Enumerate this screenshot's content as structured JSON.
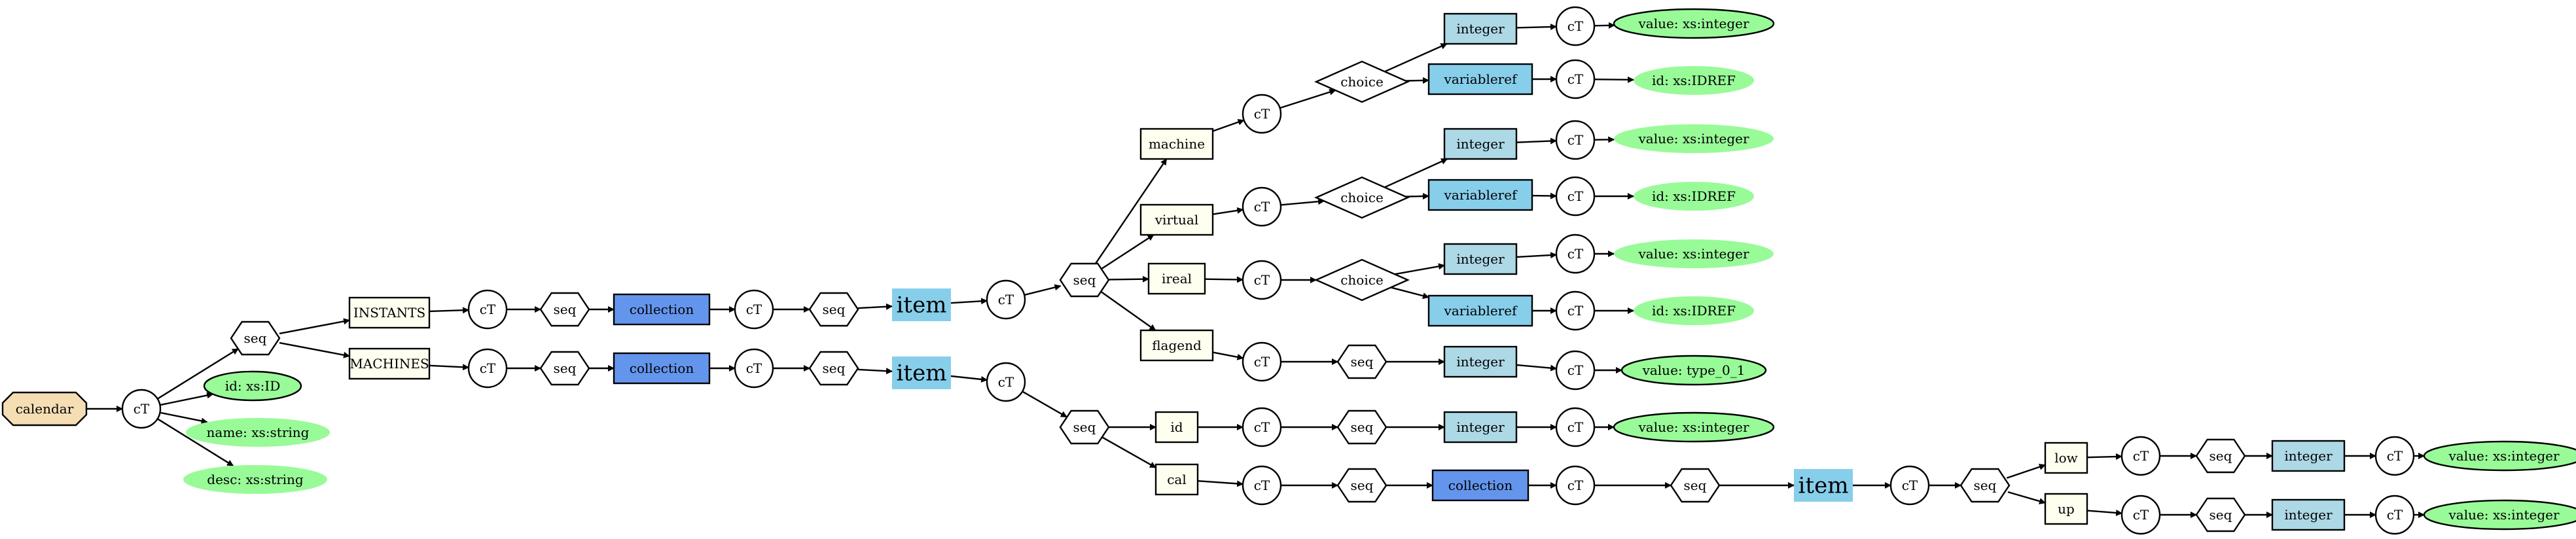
{
  "colors": {
    "root": "#f5deb3",
    "attribute": "#98fb98",
    "element": "#fffff0",
    "collection": "#6495ed",
    "item": "#87ceeb",
    "integer": "#add8e6",
    "variableref": "#87ceeb",
    "plain": "#ffffff"
  },
  "nodes": [
    {
      "id": "calendar",
      "label": "calendar",
      "kind": "octagon",
      "fill": "root"
    },
    {
      "id": "ct1",
      "label": "cT",
      "kind": "circle",
      "fill": "plain"
    },
    {
      "id": "seq1",
      "label": "seq",
      "kind": "hexagon",
      "fill": "plain"
    },
    {
      "id": "attr_id",
      "label": "id: xs:ID",
      "kind": "ellipse",
      "fill": "attribute",
      "outlined": true
    },
    {
      "id": "attr_name",
      "label": "name: xs:string",
      "kind": "ellipse",
      "fill": "attribute",
      "outlined": false
    },
    {
      "id": "attr_desc",
      "label": "desc: xs:string",
      "kind": "ellipse",
      "fill": "attribute",
      "outlined": false
    },
    {
      "id": "instants",
      "label": "INSTANTS",
      "kind": "box",
      "fill": "element"
    },
    {
      "id": "machines",
      "label": "MACHINES",
      "kind": "box",
      "fill": "element"
    },
    {
      "id": "ct_inst",
      "label": "cT",
      "kind": "circle",
      "fill": "plain"
    },
    {
      "id": "ct_mach",
      "label": "cT",
      "kind": "circle",
      "fill": "plain"
    },
    {
      "id": "seq_inst",
      "label": "seq",
      "kind": "hexagon",
      "fill": "plain"
    },
    {
      "id": "seq_mach",
      "label": "seq",
      "kind": "hexagon",
      "fill": "plain"
    },
    {
      "id": "coll_inst",
      "label": "collection",
      "kind": "box",
      "fill": "collection"
    },
    {
      "id": "coll_mach",
      "label": "collection",
      "kind": "box",
      "fill": "collection"
    },
    {
      "id": "ct_coll_inst",
      "label": "cT",
      "kind": "circle",
      "fill": "plain"
    },
    {
      "id": "ct_coll_mach",
      "label": "cT",
      "kind": "circle",
      "fill": "plain"
    },
    {
      "id": "seq_coll_inst",
      "label": "seq",
      "kind": "hexagon",
      "fill": "plain"
    },
    {
      "id": "seq_coll_mach",
      "label": "seq",
      "kind": "hexagon",
      "fill": "plain"
    },
    {
      "id": "item_inst",
      "label": "item",
      "kind": "bigbox",
      "fill": "item"
    },
    {
      "id": "item_mach",
      "label": "item",
      "kind": "bigbox",
      "fill": "item"
    },
    {
      "id": "ct_item_inst",
      "label": "cT",
      "kind": "circle",
      "fill": "plain"
    },
    {
      "id": "ct_item_mach",
      "label": "cT",
      "kind": "circle",
      "fill": "plain"
    },
    {
      "id": "seq_item_inst",
      "label": "seq",
      "kind": "hexagon",
      "fill": "plain"
    },
    {
      "id": "seq_item_mach",
      "label": "seq",
      "kind": "hexagon",
      "fill": "plain"
    },
    {
      "id": "machine",
      "label": "machine",
      "kind": "box",
      "fill": "element"
    },
    {
      "id": "virtual",
      "label": "virtual",
      "kind": "box",
      "fill": "element"
    },
    {
      "id": "ireal",
      "label": "ireal",
      "kind": "box",
      "fill": "element"
    },
    {
      "id": "flagend",
      "label": "flagend",
      "kind": "box",
      "fill": "element"
    },
    {
      "id": "ct_machine",
      "label": "cT",
      "kind": "circle",
      "fill": "plain"
    },
    {
      "id": "ct_virtual",
      "label": "cT",
      "kind": "circle",
      "fill": "plain"
    },
    {
      "id": "ct_ireal",
      "label": "cT",
      "kind": "circle",
      "fill": "plain"
    },
    {
      "id": "ct_flagend",
      "label": "cT",
      "kind": "circle",
      "fill": "plain"
    },
    {
      "id": "choice_machine",
      "label": "choice",
      "kind": "diamond",
      "fill": "plain"
    },
    {
      "id": "choice_virtual",
      "label": "choice",
      "kind": "diamond",
      "fill": "plain"
    },
    {
      "id": "choice_ireal",
      "label": "choice",
      "kind": "diamond",
      "fill": "plain"
    },
    {
      "id": "seq_flagend",
      "label": "seq",
      "kind": "hexagon",
      "fill": "plain"
    },
    {
      "id": "int_machine",
      "label": "integer",
      "kind": "box",
      "fill": "integer"
    },
    {
      "id": "var_machine",
      "label": "variableref",
      "kind": "box",
      "fill": "variableref"
    },
    {
      "id": "int_virtual",
      "label": "integer",
      "kind": "box",
      "fill": "integer"
    },
    {
      "id": "var_virtual",
      "label": "variableref",
      "kind": "box",
      "fill": "variableref"
    },
    {
      "id": "int_ireal",
      "label": "integer",
      "kind": "box",
      "fill": "integer"
    },
    {
      "id": "var_ireal",
      "label": "variableref",
      "kind": "box",
      "fill": "variableref"
    },
    {
      "id": "int_flagend",
      "label": "integer",
      "kind": "box",
      "fill": "integer"
    },
    {
      "id": "ct_int_machine",
      "label": "cT",
      "kind": "circle",
      "fill": "plain"
    },
    {
      "id": "ct_var_machine",
      "label": "cT",
      "kind": "circle",
      "fill": "plain"
    },
    {
      "id": "ct_int_virtual",
      "label": "cT",
      "kind": "circle",
      "fill": "plain"
    },
    {
      "id": "ct_var_virtual",
      "label": "cT",
      "kind": "circle",
      "fill": "plain"
    },
    {
      "id": "ct_int_ireal",
      "label": "cT",
      "kind": "circle",
      "fill": "plain"
    },
    {
      "id": "ct_var_ireal",
      "label": "cT",
      "kind": "circle",
      "fill": "plain"
    },
    {
      "id": "ct_int_flagend",
      "label": "cT",
      "kind": "circle",
      "fill": "plain"
    },
    {
      "id": "val_machine",
      "label": "value: xs:integer",
      "kind": "ellipse",
      "fill": "attribute",
      "outlined": true
    },
    {
      "id": "ref_machine",
      "label": "id: xs:IDREF",
      "kind": "ellipse",
      "fill": "attribute",
      "outlined": false
    },
    {
      "id": "val_virtual",
      "label": "value: xs:integer",
      "kind": "ellipse",
      "fill": "attribute",
      "outlined": false
    },
    {
      "id": "ref_virtual",
      "label": "id: xs:IDREF",
      "kind": "ellipse",
      "fill": "attribute",
      "outlined": false
    },
    {
      "id": "val_ireal",
      "label": "value: xs:integer",
      "kind": "ellipse",
      "fill": "attribute",
      "outlined": false
    },
    {
      "id": "ref_ireal",
      "label": "id: xs:IDREF",
      "kind": "ellipse",
      "fill": "attribute",
      "outlined": false
    },
    {
      "id": "val_flagend",
      "label": "value: type_0_1",
      "kind": "ellipse",
      "fill": "attribute",
      "outlined": true
    },
    {
      "id": "id_el",
      "label": "id",
      "kind": "box",
      "fill": "element"
    },
    {
      "id": "cal_el",
      "label": "cal",
      "kind": "box",
      "fill": "element"
    },
    {
      "id": "ct_id",
      "label": "cT",
      "kind": "circle",
      "fill": "plain"
    },
    {
      "id": "ct_cal",
      "label": "cT",
      "kind": "circle",
      "fill": "plain"
    },
    {
      "id": "seq_id",
      "label": "seq",
      "kind": "hexagon",
      "fill": "plain"
    },
    {
      "id": "seq_cal",
      "label": "seq",
      "kind": "hexagon",
      "fill": "plain"
    },
    {
      "id": "int_id",
      "label": "integer",
      "kind": "box",
      "fill": "integer"
    },
    {
      "id": "coll_cal",
      "label": "collection",
      "kind": "box",
      "fill": "collection"
    },
    {
      "id": "ct_int_id",
      "label": "cT",
      "kind": "circle",
      "fill": "plain"
    },
    {
      "id": "ct_coll_cal",
      "label": "cT",
      "kind": "circle",
      "fill": "plain"
    },
    {
      "id": "val_id",
      "label": "value: xs:integer",
      "kind": "ellipse",
      "fill": "attribute",
      "outlined": true
    },
    {
      "id": "seq_coll_cal",
      "label": "seq",
      "kind": "hexagon",
      "fill": "plain"
    },
    {
      "id": "item_cal",
      "label": "item",
      "kind": "bigbox",
      "fill": "item"
    },
    {
      "id": "ct_item_cal",
      "label": "cT",
      "kind": "circle",
      "fill": "plain"
    },
    {
      "id": "seq_item_cal",
      "label": "seq",
      "kind": "hexagon",
      "fill": "plain"
    },
    {
      "id": "low",
      "label": "low",
      "kind": "box",
      "fill": "element"
    },
    {
      "id": "up",
      "label": "up",
      "kind": "box",
      "fill": "element"
    },
    {
      "id": "ct_low",
      "label": "cT",
      "kind": "circle",
      "fill": "plain"
    },
    {
      "id": "ct_up",
      "label": "cT",
      "kind": "circle",
      "fill": "plain"
    },
    {
      "id": "seq_low",
      "label": "seq",
      "kind": "hexagon",
      "fill": "plain"
    },
    {
      "id": "seq_up",
      "label": "seq",
      "kind": "hexagon",
      "fill": "plain"
    },
    {
      "id": "int_low",
      "label": "integer",
      "kind": "box",
      "fill": "integer"
    },
    {
      "id": "int_up",
      "label": "integer",
      "kind": "box",
      "fill": "integer"
    },
    {
      "id": "ct_int_low",
      "label": "cT",
      "kind": "circle",
      "fill": "plain"
    },
    {
      "id": "ct_int_up",
      "label": "cT",
      "kind": "circle",
      "fill": "plain"
    },
    {
      "id": "val_low",
      "label": "value: xs:integer",
      "kind": "ellipse",
      "fill": "attribute",
      "outlined": true
    },
    {
      "id": "val_up",
      "label": "value: xs:integer",
      "kind": "ellipse",
      "fill": "attribute",
      "outlined": true
    }
  ],
  "edges": [
    [
      "calendar",
      "ct1"
    ],
    [
      "ct1",
      "seq1"
    ],
    [
      "ct1",
      "attr_id"
    ],
    [
      "ct1",
      "attr_name"
    ],
    [
      "ct1",
      "attr_desc"
    ],
    [
      "seq1",
      "instants"
    ],
    [
      "seq1",
      "machines"
    ],
    [
      "instants",
      "ct_inst"
    ],
    [
      "ct_inst",
      "seq_inst"
    ],
    [
      "seq_inst",
      "coll_inst"
    ],
    [
      "coll_inst",
      "ct_coll_inst"
    ],
    [
      "ct_coll_inst",
      "seq_coll_inst"
    ],
    [
      "seq_coll_inst",
      "item_inst"
    ],
    [
      "item_inst",
      "ct_item_inst"
    ],
    [
      "ct_item_inst",
      "seq_item_inst"
    ],
    [
      "seq_item_inst",
      "machine"
    ],
    [
      "seq_item_inst",
      "virtual"
    ],
    [
      "seq_item_inst",
      "ireal"
    ],
    [
      "seq_item_inst",
      "flagend"
    ],
    [
      "machine",
      "ct_machine"
    ],
    [
      "ct_machine",
      "choice_machine"
    ],
    [
      "choice_machine",
      "int_machine"
    ],
    [
      "choice_machine",
      "var_machine"
    ],
    [
      "int_machine",
      "ct_int_machine"
    ],
    [
      "ct_int_machine",
      "val_machine"
    ],
    [
      "var_machine",
      "ct_var_machine"
    ],
    [
      "ct_var_machine",
      "ref_machine"
    ],
    [
      "virtual",
      "ct_virtual"
    ],
    [
      "ct_virtual",
      "choice_virtual"
    ],
    [
      "choice_virtual",
      "int_virtual"
    ],
    [
      "choice_virtual",
      "var_virtual"
    ],
    [
      "int_virtual",
      "ct_int_virtual"
    ],
    [
      "ct_int_virtual",
      "val_virtual"
    ],
    [
      "var_virtual",
      "ct_var_virtual"
    ],
    [
      "ct_var_virtual",
      "ref_virtual"
    ],
    [
      "ireal",
      "ct_ireal"
    ],
    [
      "ct_ireal",
      "choice_ireal"
    ],
    [
      "choice_ireal",
      "int_ireal"
    ],
    [
      "choice_ireal",
      "var_ireal"
    ],
    [
      "int_ireal",
      "ct_int_ireal"
    ],
    [
      "ct_int_ireal",
      "val_ireal"
    ],
    [
      "var_ireal",
      "ct_var_ireal"
    ],
    [
      "ct_var_ireal",
      "ref_ireal"
    ],
    [
      "flagend",
      "ct_flagend"
    ],
    [
      "ct_flagend",
      "seq_flagend"
    ],
    [
      "seq_flagend",
      "int_flagend"
    ],
    [
      "int_flagend",
      "ct_int_flagend"
    ],
    [
      "ct_int_flagend",
      "val_flagend"
    ],
    [
      "machines",
      "ct_mach"
    ],
    [
      "ct_mach",
      "seq_mach"
    ],
    [
      "seq_mach",
      "coll_mach"
    ],
    [
      "coll_mach",
      "ct_coll_mach"
    ],
    [
      "ct_coll_mach",
      "seq_coll_mach"
    ],
    [
      "seq_coll_mach",
      "item_mach"
    ],
    [
      "item_mach",
      "ct_item_mach"
    ],
    [
      "ct_item_mach",
      "seq_item_mach"
    ],
    [
      "seq_item_mach",
      "id_el"
    ],
    [
      "seq_item_mach",
      "cal_el"
    ],
    [
      "id_el",
      "ct_id"
    ],
    [
      "ct_id",
      "seq_id"
    ],
    [
      "seq_id",
      "int_id"
    ],
    [
      "int_id",
      "ct_int_id"
    ],
    [
      "ct_int_id",
      "val_id"
    ],
    [
      "cal_el",
      "ct_cal"
    ],
    [
      "ct_cal",
      "seq_cal"
    ],
    [
      "seq_cal",
      "coll_cal"
    ],
    [
      "coll_cal",
      "ct_coll_cal"
    ],
    [
      "ct_coll_cal",
      "seq_coll_cal"
    ],
    [
      "seq_coll_cal",
      "item_cal"
    ],
    [
      "item_cal",
      "ct_item_cal"
    ],
    [
      "ct_item_cal",
      "seq_item_cal"
    ],
    [
      "seq_item_cal",
      "low"
    ],
    [
      "seq_item_cal",
      "up"
    ],
    [
      "low",
      "ct_low"
    ],
    [
      "ct_low",
      "seq_low"
    ],
    [
      "seq_low",
      "int_low"
    ],
    [
      "int_low",
      "ct_int_low"
    ],
    [
      "ct_int_low",
      "val_low"
    ],
    [
      "up",
      "ct_up"
    ],
    [
      "ct_up",
      "seq_up"
    ],
    [
      "seq_up",
      "int_up"
    ],
    [
      "int_up",
      "ct_int_up"
    ],
    [
      "ct_int_up",
      "val_up"
    ]
  ]
}
